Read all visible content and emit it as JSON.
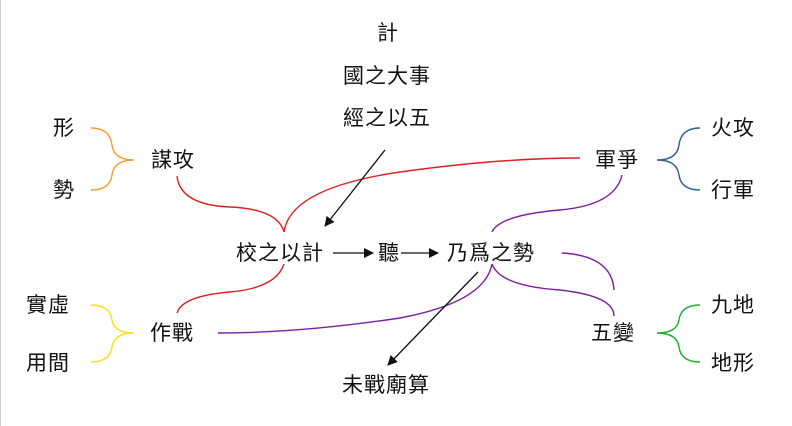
{
  "nodes": {
    "ji": "計",
    "guo_zhi_da_shi": "國之大事",
    "jing_zhi_yi_wu": "經之以五",
    "xing": "形",
    "shi_left": "勢",
    "mou_gong": "謀攻",
    "jun_zheng": "軍爭",
    "huo_gong": "火攻",
    "xing_jun": "行軍",
    "jiao_zhi_yi_ji": "校之以計",
    "ting": "聽",
    "nai_wei_zhi_shi": "乃爲之勢",
    "shi_xu": "實虛",
    "yong_jian": "用間",
    "zuo_zhan": "作戰",
    "wu_bian": "五變",
    "jiu_di": "九地",
    "di_xing": "地形",
    "wei_zhan_miao_suan": "未戰廟算"
  },
  "colors": {
    "orange": "#f0a030",
    "blue": "#2f5f9a",
    "red": "#e02020",
    "purple": "#7a1fa0",
    "yellow": "#f5e21a",
    "green": "#1fae2c",
    "arrow": "#111111"
  }
}
